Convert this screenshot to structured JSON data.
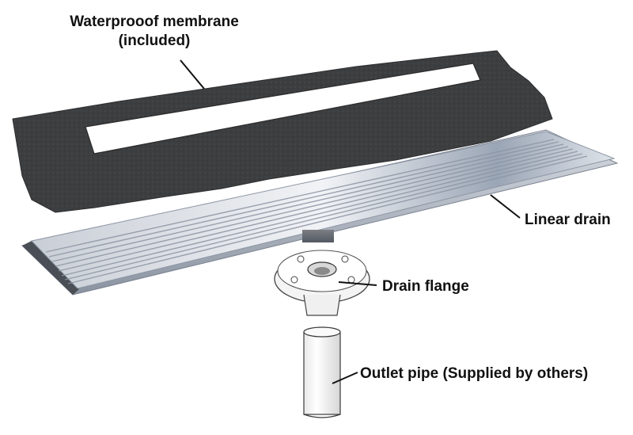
{
  "labels": {
    "membrane_line1": "Waterprooof membrane",
    "membrane_line2": "(included)",
    "linear_drain": "Linear drain",
    "drain_flange": "Drain flange",
    "outlet_pipe": "Outlet pipe (Supplied by others)"
  },
  "colors": {
    "membrane": "#3d3e40",
    "membrane_highlight": "#55575a",
    "steel_light": "#e8ecf2",
    "steel_mid": "#b9c0cb",
    "steel_dark": "#7e8796",
    "text": "#111111"
  }
}
